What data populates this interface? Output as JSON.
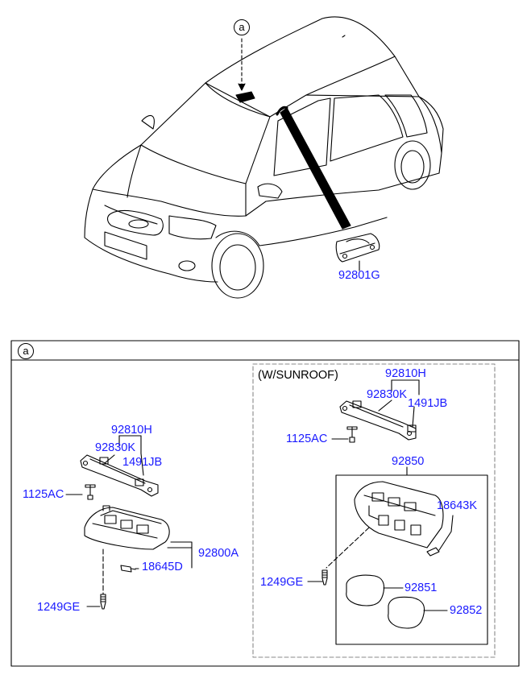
{
  "callout_letter": "a",
  "section_heading": "a",
  "top_part_label": "92801G",
  "sunroof_caption": "(W/SUNROOF)",
  "left_assembly": {
    "bracket": "92810H",
    "clip": "92830K",
    "nut": "1491JB",
    "bolt": "1125AC",
    "lamp_assy": "92800A",
    "bulb": "18645D",
    "screw": "1249GE"
  },
  "right_assembly": {
    "bracket": "92810H",
    "clip": "92830K",
    "nut": "1491JB",
    "bolt": "1125AC",
    "lamp_assy": "92850",
    "bulb": "18643K",
    "screw": "1249GE",
    "lens_1": "92851",
    "lens_2": "92852"
  },
  "colors": {
    "label": "#1a1aff",
    "line": "#000000",
    "dash_border": "#888888"
  }
}
